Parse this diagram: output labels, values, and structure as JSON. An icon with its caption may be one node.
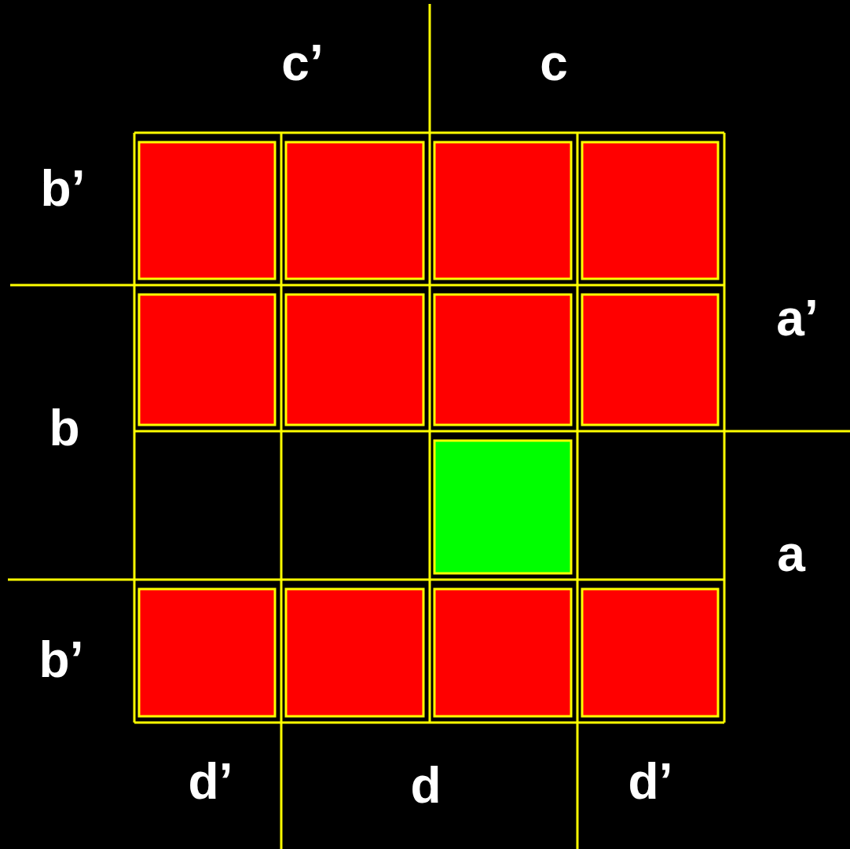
{
  "diagram": {
    "labels": [
      "c’",
      "c",
      "b’",
      "a’",
      "b",
      "a",
      "b’",
      "d’",
      "d",
      "d’"
    ]
  }
}
